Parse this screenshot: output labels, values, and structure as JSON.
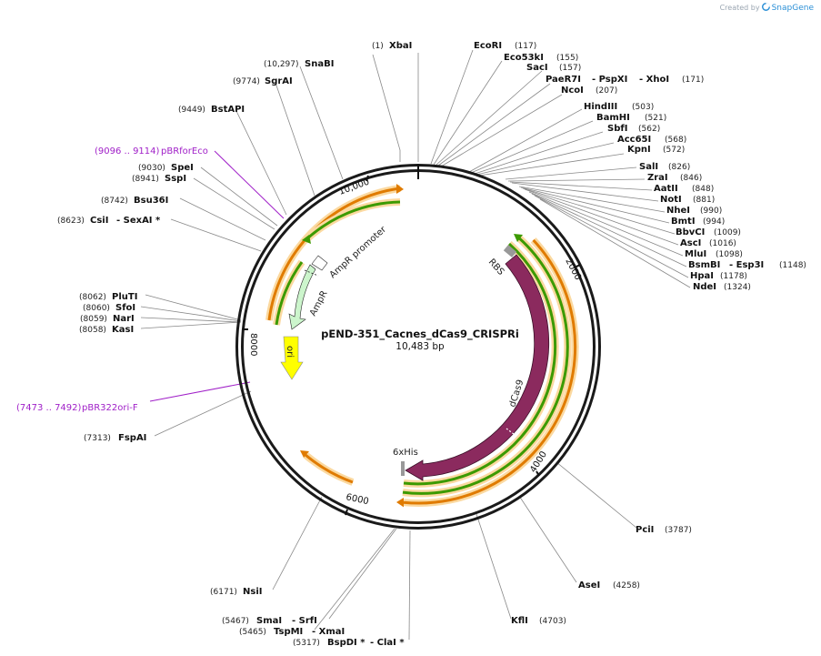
{
  "credit": {
    "prefix": "Created by",
    "brand": "SnapGene"
  },
  "plasmid": {
    "name": "pEND-351_Cacnes_dCas9_CRISPRi",
    "size": "10,483 bp"
  },
  "tick_labels": [
    {
      "id": "t2000",
      "text": "2000"
    },
    {
      "id": "t4000",
      "text": "4000"
    },
    {
      "id": "t6000",
      "text": "6000"
    },
    {
      "id": "t8000",
      "text": "8000"
    },
    {
      "id": "t10000",
      "text": "10,000"
    }
  ],
  "features": [
    {
      "id": "rbs",
      "text": "RBS"
    },
    {
      "id": "dcas9",
      "text": "dCas9"
    },
    {
      "id": "his",
      "text": "6xHis"
    },
    {
      "id": "ampr-promoter",
      "text": "AmpR promoter"
    },
    {
      "id": "ampr",
      "text": "AmpR"
    },
    {
      "id": "ori",
      "text": "ori"
    }
  ],
  "sites_top": [
    {
      "name": "XbaI",
      "pos": "(1)"
    },
    {
      "name": "EcoRI",
      "pos": "(117)"
    },
    {
      "name": "Eco53kI",
      "pos": "(155)"
    },
    {
      "name": "SacI",
      "pos": "(157)"
    },
    {
      "name": "PaeR7I",
      "extra1": "- PspXI",
      "extra2": "- XhoI",
      "pos": "(171)"
    },
    {
      "name": "NcoI",
      "pos": "(207)"
    }
  ],
  "sites_right": [
    {
      "name": "HindIII",
      "pos": "(503)"
    },
    {
      "name": "BamHI",
      "pos": "(521)"
    },
    {
      "name": "SbfI",
      "pos": "(562)"
    },
    {
      "name": "Acc65I",
      "pos": "(568)"
    },
    {
      "name": "KpnI",
      "pos": "(572)"
    },
    {
      "name": "SalI",
      "pos": "(826)"
    },
    {
      "name": "ZraI",
      "pos": "(846)"
    },
    {
      "name": "AatII",
      "pos": "(848)"
    },
    {
      "name": "NotI",
      "pos": "(881)"
    },
    {
      "name": "NheI",
      "pos": "(990)"
    },
    {
      "name": "BmtI",
      "pos": "(994)"
    },
    {
      "name": "BbvCI",
      "pos": "(1009)"
    },
    {
      "name": "AscI",
      "pos": "(1016)"
    },
    {
      "name": "MluI",
      "pos": "(1098)"
    },
    {
      "name": "BsmBI",
      "extra1": "- Esp3I",
      "pos": "(1148)"
    },
    {
      "name": "HpaI",
      "pos": "(1178)"
    },
    {
      "name": "NdeI",
      "pos": "(1324)"
    }
  ],
  "sites_bottom_right": [
    {
      "name": "PciI",
      "pos": "(3787)"
    },
    {
      "name": "AseI",
      "pos": "(4258)"
    },
    {
      "name": "KflI",
      "pos": "(4703)"
    }
  ],
  "sites_bottom": [
    {
      "name": "NsiI",
      "pos": "(6171)"
    },
    {
      "name": "SmaI",
      "extra1": "- SrfI",
      "pos": "(5467)"
    },
    {
      "name": "TspMI",
      "extra1": "- XmaI",
      "pos": "(5465)"
    },
    {
      "name": "BspDI *",
      "extra1": "- ClaI *",
      "pos": "(5317)"
    }
  ],
  "sites_left": [
    {
      "name": "SnaBI",
      "pos": "(10,297)"
    },
    {
      "name": "SgrAI",
      "pos": "(9774)"
    },
    {
      "name": "BstAPI",
      "pos": "(9449)"
    },
    {
      "name": "SpeI",
      "pos": "(9030)"
    },
    {
      "name": "SspI",
      "pos": "(8941)"
    },
    {
      "name": "Bsu36I",
      "pos": "(8742)"
    },
    {
      "name": "CsiI",
      "extra1": "- SexAI *",
      "pos": "(8623)"
    },
    {
      "name": "PluTI",
      "pos": "(8062)"
    },
    {
      "name": "SfoI",
      "pos": "(8060)"
    },
    {
      "name": "NarI",
      "pos": "(8059)"
    },
    {
      "name": "KasI",
      "pos": "(8058)"
    },
    {
      "name": "FspAI",
      "pos": "(7313)"
    }
  ],
  "primers": [
    {
      "name": "pBRforEco",
      "pos": "(9096 .. 9114)"
    },
    {
      "name": "pBR322ori-F",
      "pos": "(7473 .. 7492)"
    }
  ],
  "colors": {
    "backbone": "#1a1a1a",
    "dcas9": "#8b2a5e",
    "ampr": "#ccf5cc",
    "ori": "#ffff00",
    "orf_orange": "#e07b00",
    "orf_green": "#3c9a00",
    "halo": "#fbd9a0",
    "primer": "#a020c8"
  }
}
